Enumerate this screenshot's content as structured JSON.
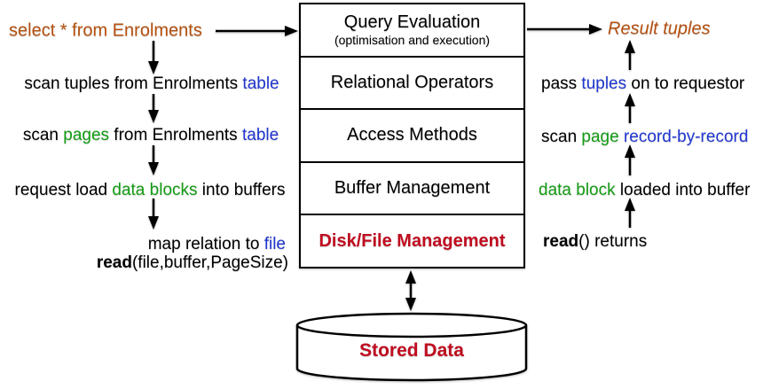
{
  "colors": {
    "orange": "#b5500f",
    "green": "#149c14",
    "blue": "#2036cf",
    "red": "#c00d20",
    "black": "#000000"
  },
  "stack": {
    "layers": [
      {
        "title": "Query Evaluation",
        "subtitle": "(optimisation and execution)"
      },
      {
        "title": "Relational Operators"
      },
      {
        "title": "Access Methods"
      },
      {
        "title": "Buffer Management"
      },
      {
        "title": "Disk/File Management"
      }
    ]
  },
  "storage": {
    "label": "Stored Data"
  },
  "left_flow": {
    "lines": [
      {
        "segments": [
          {
            "text": "select * from Enrolments",
            "color": "orange"
          }
        ]
      },
      {
        "segments": [
          {
            "text": "scan tuples from Enrolments ",
            "color": "black"
          },
          {
            "text": "table",
            "color": "blue"
          }
        ]
      },
      {
        "segments": [
          {
            "text": "scan ",
            "color": "black"
          },
          {
            "text": "pages",
            "color": "green"
          },
          {
            "text": " from Enrolments ",
            "color": "black"
          },
          {
            "text": "table",
            "color": "blue"
          }
        ]
      },
      {
        "segments": [
          {
            "text": "request load ",
            "color": "black"
          },
          {
            "text": "data blocks",
            "color": "green"
          },
          {
            "text": " into buffers",
            "color": "black"
          }
        ]
      },
      {
        "segments": [
          {
            "text": "map relation to ",
            "color": "black"
          },
          {
            "text": "file",
            "color": "blue"
          }
        ]
      },
      {
        "segments": [
          {
            "text": "read",
            "color": "black",
            "bold": true
          },
          {
            "text": "(file,buffer,PageSize)",
            "color": "black"
          }
        ]
      }
    ]
  },
  "right_flow": {
    "lines": [
      {
        "segments": [
          {
            "text": "Result tuples",
            "color": "orange",
            "italic": true
          }
        ]
      },
      {
        "segments": [
          {
            "text": "pass ",
            "color": "black"
          },
          {
            "text": "tuples",
            "color": "blue"
          },
          {
            "text": " on to requestor",
            "color": "black"
          }
        ]
      },
      {
        "segments": [
          {
            "text": "scan ",
            "color": "black"
          },
          {
            "text": "page",
            "color": "green"
          },
          {
            "text": " ",
            "color": "black"
          },
          {
            "text": "record-by-record",
            "color": "blue"
          }
        ]
      },
      {
        "segments": [
          {
            "text": "data block",
            "color": "green"
          },
          {
            "text": " loaded into buffer",
            "color": "black"
          }
        ]
      },
      {
        "segments": [
          {
            "text": "read",
            "color": "black",
            "bold": true
          },
          {
            "text": "() returns",
            "color": "black"
          }
        ]
      }
    ]
  }
}
